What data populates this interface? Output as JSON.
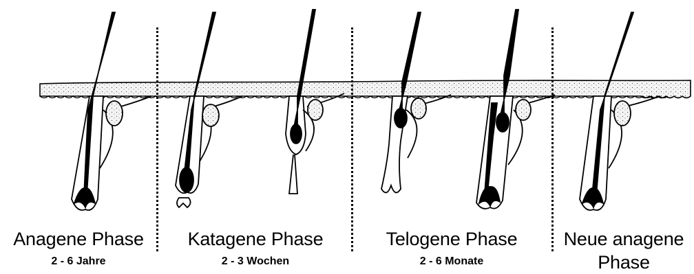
{
  "phases": [
    {
      "name": "Anagene Phase",
      "duration": "2 - 6 Jahre"
    },
    {
      "name": "Katagene Phase",
      "duration": "2 - 3 Wochen"
    },
    {
      "name": "Telogene Phase",
      "duration": "2 - 6 Monate"
    },
    {
      "name": "Neue anagene",
      "name_line2": "Phase",
      "duration": ""
    }
  ],
  "colors": {
    "ink": "#000000",
    "background": "#ffffff",
    "skin_fill": "#f4f4f4"
  }
}
